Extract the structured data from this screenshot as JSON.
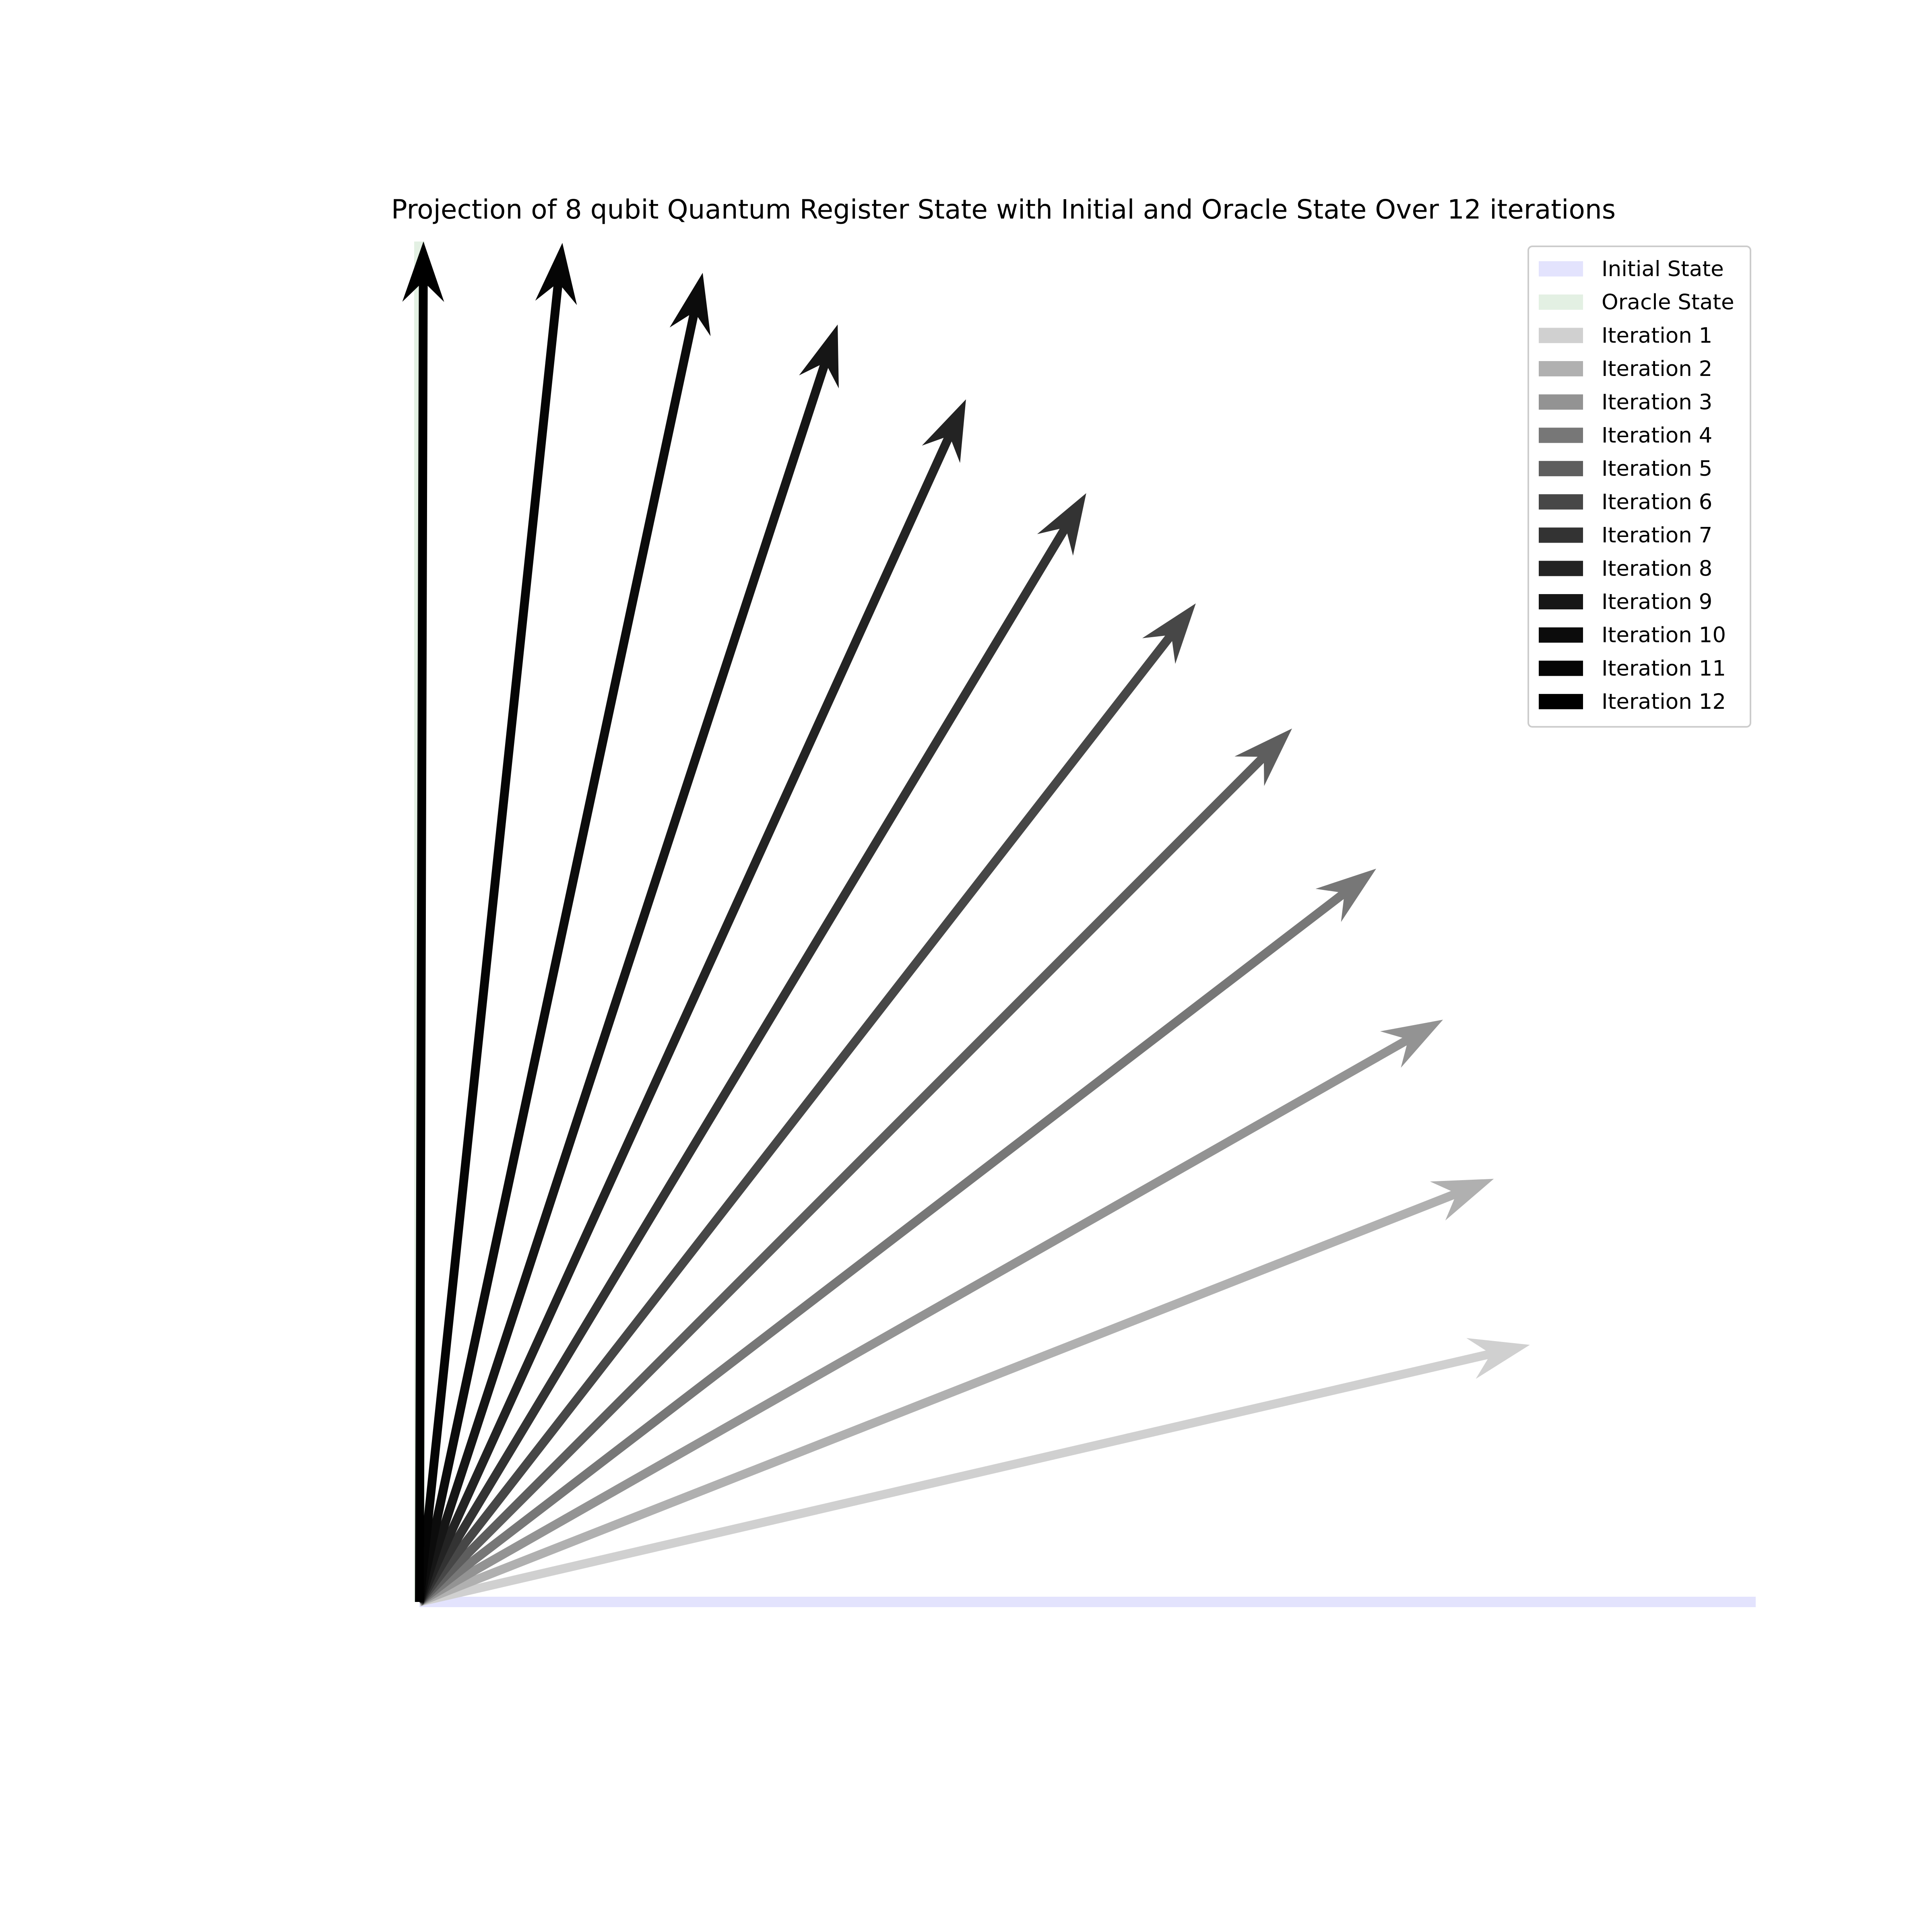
{
  "chart_data": {
    "type": "quiver",
    "title": "Projection of 8 qubit Quantum Register State with Initial and Oracle State Over 12 iterations",
    "xlabel": "",
    "ylabel": "",
    "axes_visible": false,
    "xlim": [
      0,
      1
    ],
    "ylim": [
      0,
      1
    ],
    "legend_position": "top-right",
    "series": [
      {
        "name": "Initial State",
        "x": 1.0,
        "y": 0.0,
        "color": "#e3e3fd",
        "arrow": false
      },
      {
        "name": "Oracle State",
        "x": 0.0,
        "y": 1.0,
        "color": "#e3f0e3",
        "arrow": false
      },
      {
        "name": "Iteration 1",
        "x": 0.831,
        "y": 0.189,
        "color": "#d0d0d0",
        "arrow": true
      },
      {
        "name": "Iteration 2",
        "x": 0.804,
        "y": 0.311,
        "color": "#b0b0b0",
        "arrow": true
      },
      {
        "name": "Iteration 3",
        "x": 0.766,
        "y": 0.428,
        "color": "#939393",
        "arrow": true
      },
      {
        "name": "Iteration 4",
        "x": 0.716,
        "y": 0.539,
        "color": "#777777",
        "arrow": true
      },
      {
        "name": "Iteration 5",
        "x": 0.653,
        "y": 0.642,
        "color": "#5e5e5e",
        "arrow": true
      },
      {
        "name": "Iteration 6",
        "x": 0.581,
        "y": 0.734,
        "color": "#474747",
        "arrow": true
      },
      {
        "name": "Iteration 7",
        "x": 0.499,
        "y": 0.815,
        "color": "#333333",
        "arrow": true
      },
      {
        "name": "Iteration 8",
        "x": 0.409,
        "y": 0.884,
        "color": "#232323",
        "arrow": true
      },
      {
        "name": "Iteration 9",
        "x": 0.313,
        "y": 0.939,
        "color": "#161616",
        "arrow": true
      },
      {
        "name": "Iteration 10",
        "x": 0.212,
        "y": 0.977,
        "color": "#0c0c0c",
        "arrow": true
      },
      {
        "name": "Iteration 11",
        "x": 0.107,
        "y": 0.999,
        "color": "#050505",
        "arrow": true
      },
      {
        "name": "Iteration 12",
        "x": 0.003,
        "y": 1.0,
        "color": "#000000",
        "arrow": true
      }
    ]
  }
}
